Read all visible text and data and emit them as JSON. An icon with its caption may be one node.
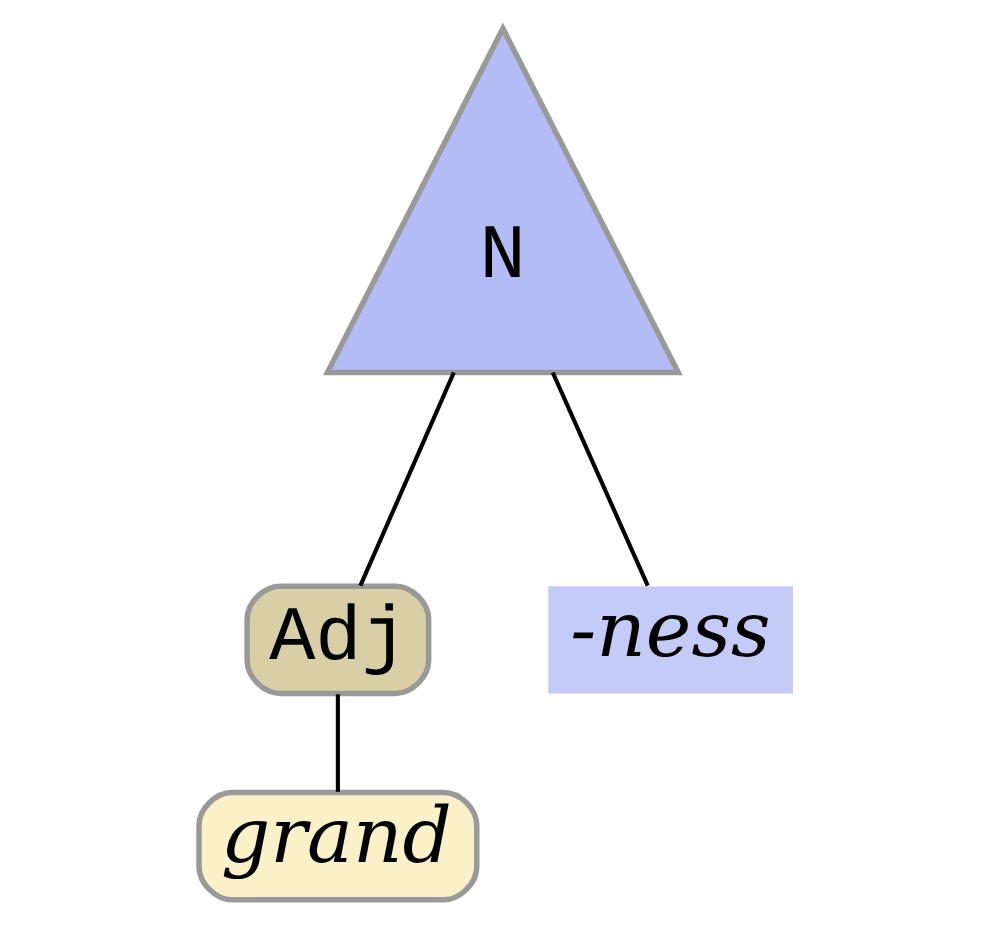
{
  "diagram": {
    "nodes": [
      {
        "text": [
          "N"
        ]
      },
      {
        "text": [
          "Adj"
        ]
      },
      {
        "text": [
          "-ness"
        ]
      },
      {
        "text": [
          "grand"
        ]
      }
    ],
    "edges": [
      {
        "from": 0,
        "to": 1,
        "arrow": "none"
      },
      {
        "from": 0,
        "to": 2,
        "arrow": "none"
      },
      {
        "from": 1,
        "to": 3,
        "arrow": "none"
      }
    ]
  }
}
